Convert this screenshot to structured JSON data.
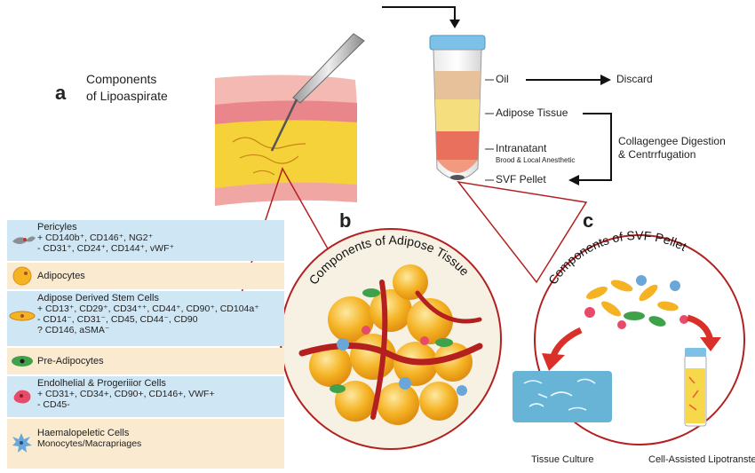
{
  "panel_a": {
    "letter": "a",
    "title_line1": "Components",
    "title_line2": "of Lipoaspirate"
  },
  "tube_labels": {
    "oil": "Oil",
    "adipose": "Adipose Tissue",
    "intranatant": "Intranatant",
    "intranatant_sub": "Brood & Local Anesthetic",
    "svf": "SVF Pellet"
  },
  "flow": {
    "discard": "Discard",
    "digestion_line1": "Collagengee Digestion",
    "digestion_line2": "& Centrrfugation"
  },
  "panel_b": {
    "letter": "b",
    "title": "Components of Adipose Tissue"
  },
  "panel_c": {
    "letter": "c",
    "title": "Components of SVF Pellet",
    "tissue_culture": "Tissue Culture",
    "lipotransfer": "Cell-Assisted Lipotranster"
  },
  "legend": [
    {
      "title": "Pericyles",
      "lines": [
        "+ CD140b⁺, CD146⁺, NG2⁺",
        "-  CD31⁺, CD24⁺, CD144⁺, vWF⁺"
      ]
    },
    {
      "title": "Adipocytes",
      "lines": []
    },
    {
      "title": "Adipose Derived Stem Cells",
      "lines": [
        "+ CD13⁺, CD29⁺, CD34⁺⁺, CD44⁺, CD90⁺, CD104a⁺",
        "-  CD14⁻, CD31⁻, CD45, CD44⁻, CD90",
        "? CD146, aSMA⁻"
      ]
    },
    {
      "title": "Pre-Adipocytes",
      "lines": []
    },
    {
      "title": "Endolhelial & Progeriiior Cells",
      "lines": [
        "+ CD31+, CD34+, CD90+, CD146+, VWF+",
        "-  CD45-"
      ]
    },
    {
      "title": "Haemalopeletic Cells",
      "lines": [
        "Monocytes/Macrapriages"
      ]
    }
  ],
  "colors": {
    "legend_blue": "#cfe6f5",
    "legend_cream": "#f9ead0",
    "adipocyte": "#f5b324",
    "vessel": "#b3201f",
    "circle_border": "#b3201f",
    "fat_yellow": "#f5d23a",
    "skin_pink": "#f0a7a3"
  }
}
